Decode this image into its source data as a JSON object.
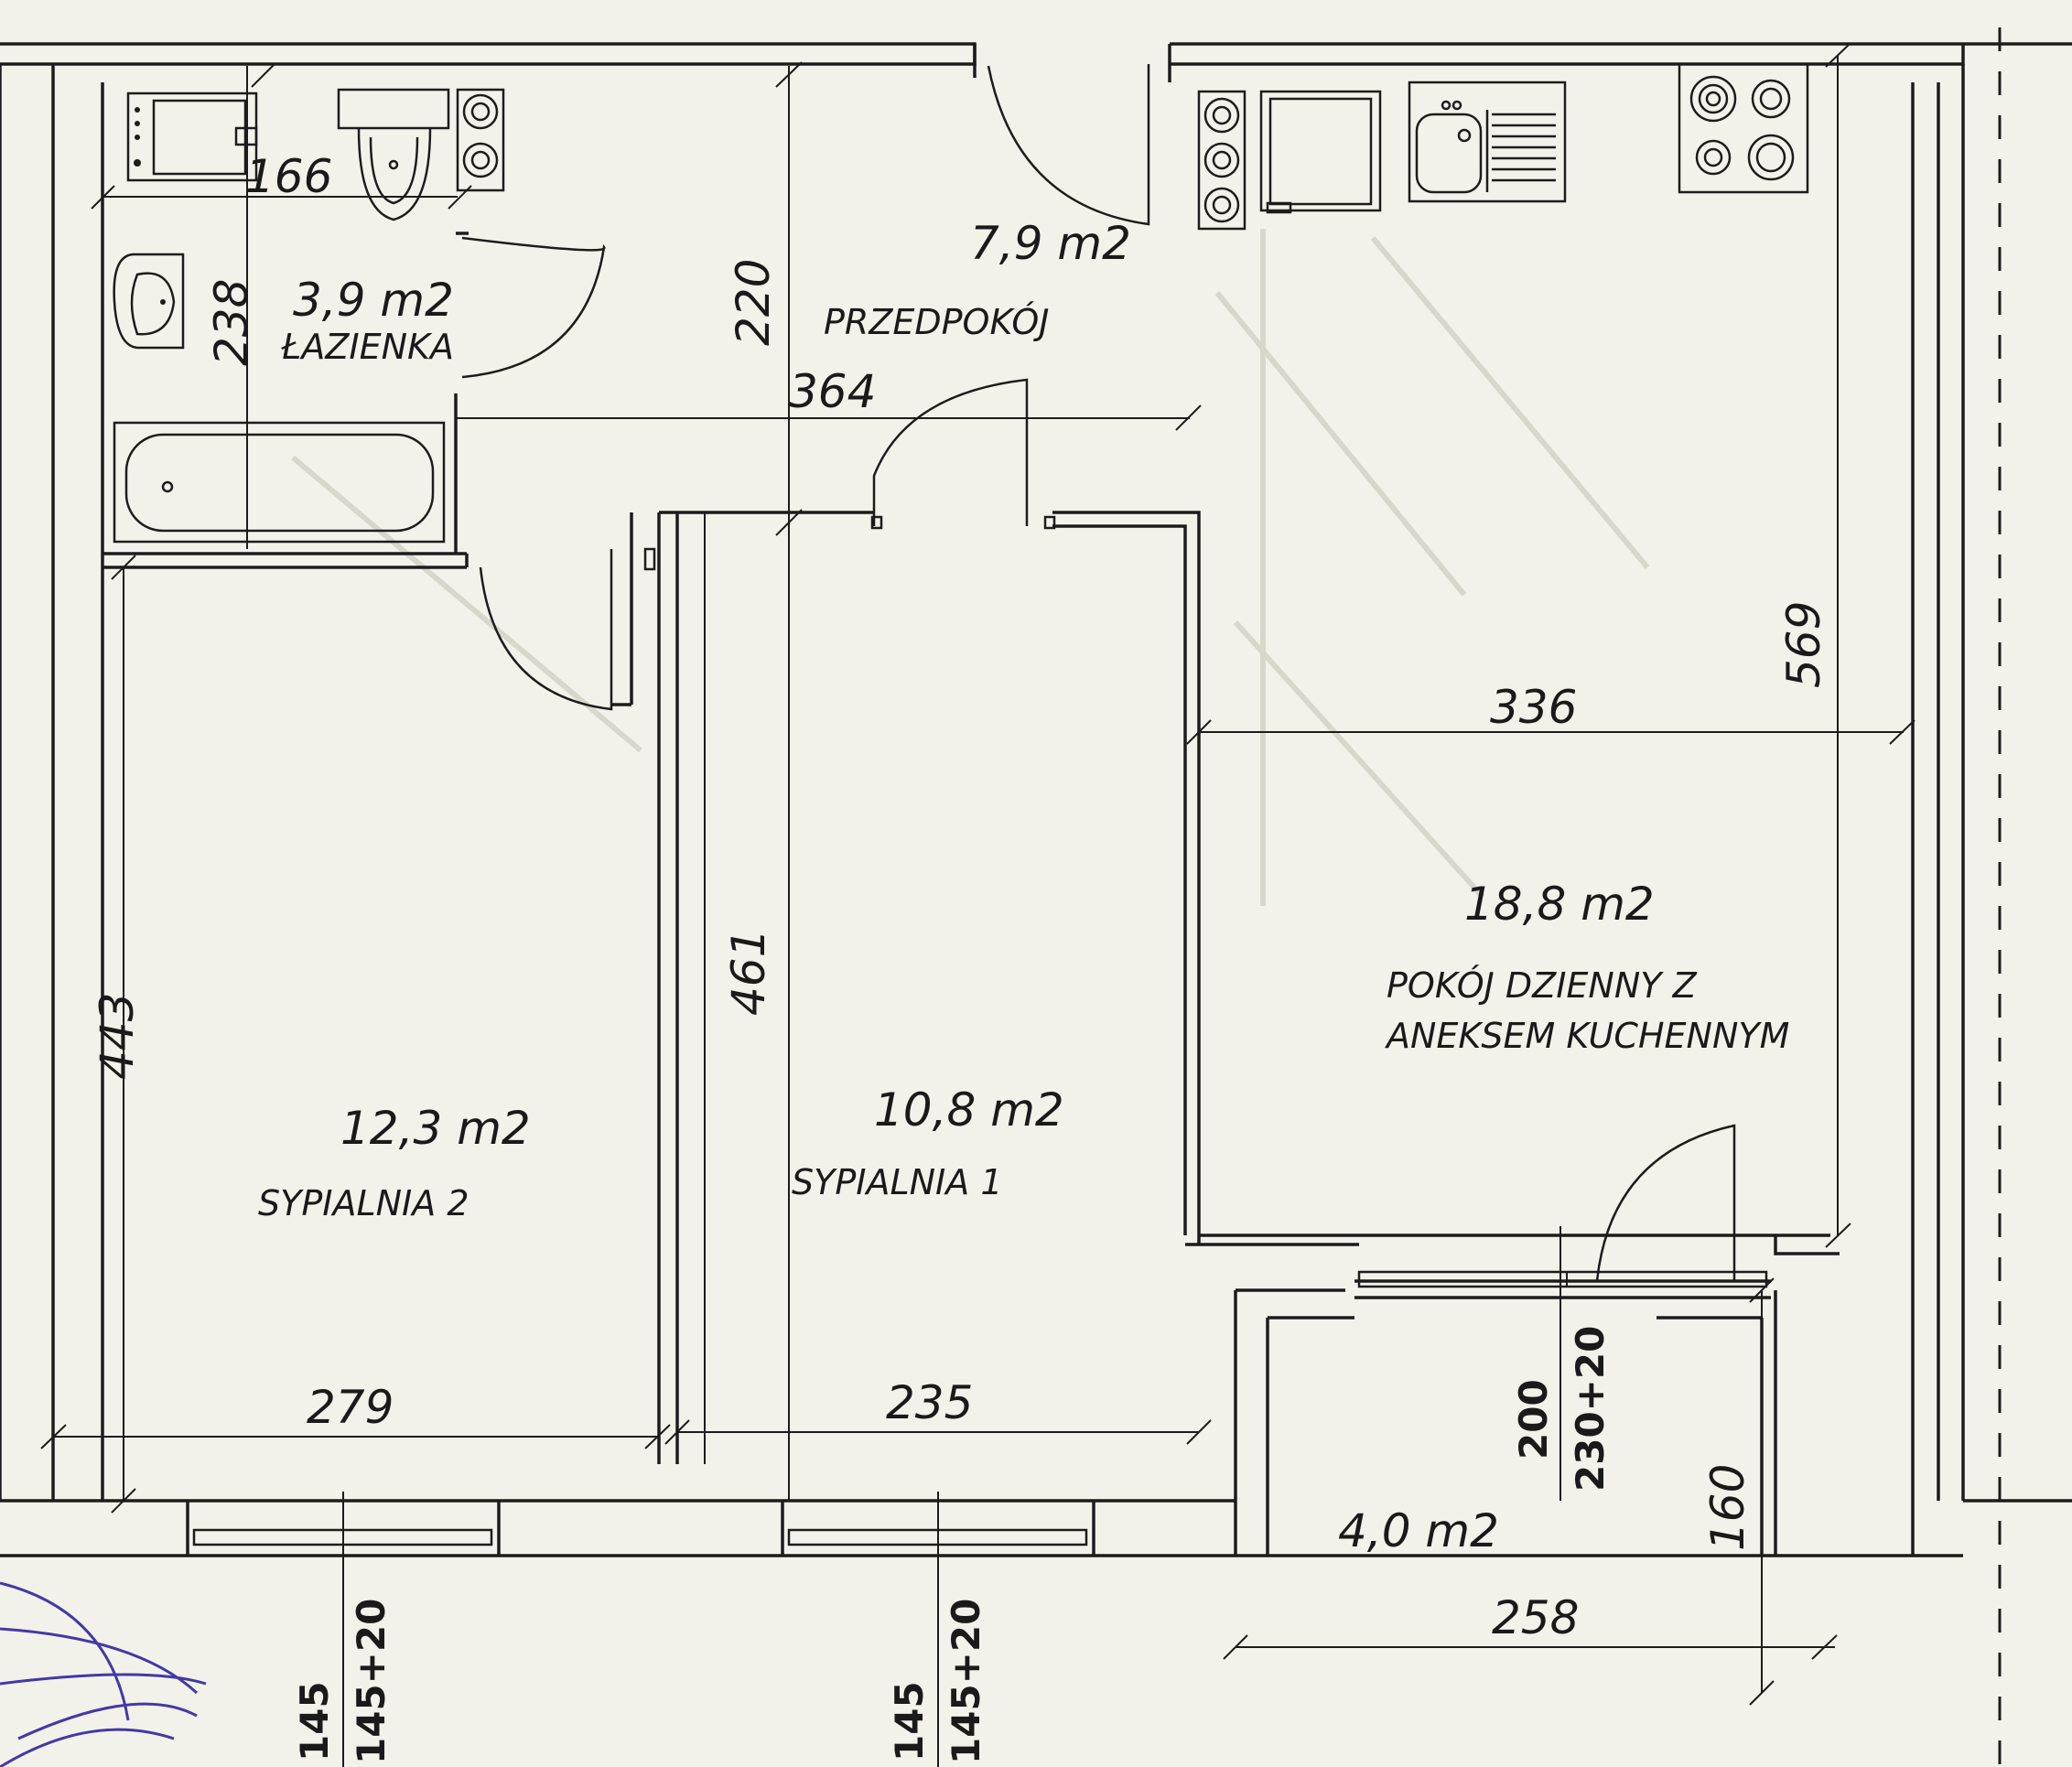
{
  "rooms": [
    {
      "key": "bathroom",
      "area": "3,9 m2",
      "name": "ŁAZIENKA"
    },
    {
      "key": "hall",
      "area": "7,9 m2",
      "name": "PRZEDPOKÓJ"
    },
    {
      "key": "living",
      "area": "18,8 m2",
      "name_line1": "POKÓJ DZIENNY Z",
      "name_line2": "ANEKSEM KUCHENNYM"
    },
    {
      "key": "bedroom2",
      "area": "12,3 m2",
      "name": "SYPIALNIA 2"
    },
    {
      "key": "bedroom1",
      "area": "10,8 m2",
      "name": "SYPIALNIA 1"
    },
    {
      "key": "balcony",
      "area": "4,0 m2"
    }
  ],
  "dimensions": {
    "bath_width": "166",
    "bath_height": "238",
    "hall_height": "220",
    "hall_width": "364",
    "living_width": "336",
    "living_height": "569",
    "bedroom2_height": "443",
    "bedroom1_height": "461",
    "bedroom2_width": "279",
    "bedroom1_width": "235",
    "balcony_depth": "160",
    "balcony_width": "258"
  },
  "openings": {
    "balcony_door": {
      "height": "200",
      "width": "230+20"
    },
    "window_left": {
      "height": "145",
      "width": "145+20"
    },
    "window_mid": {
      "height": "145",
      "width": "145+20"
    }
  }
}
